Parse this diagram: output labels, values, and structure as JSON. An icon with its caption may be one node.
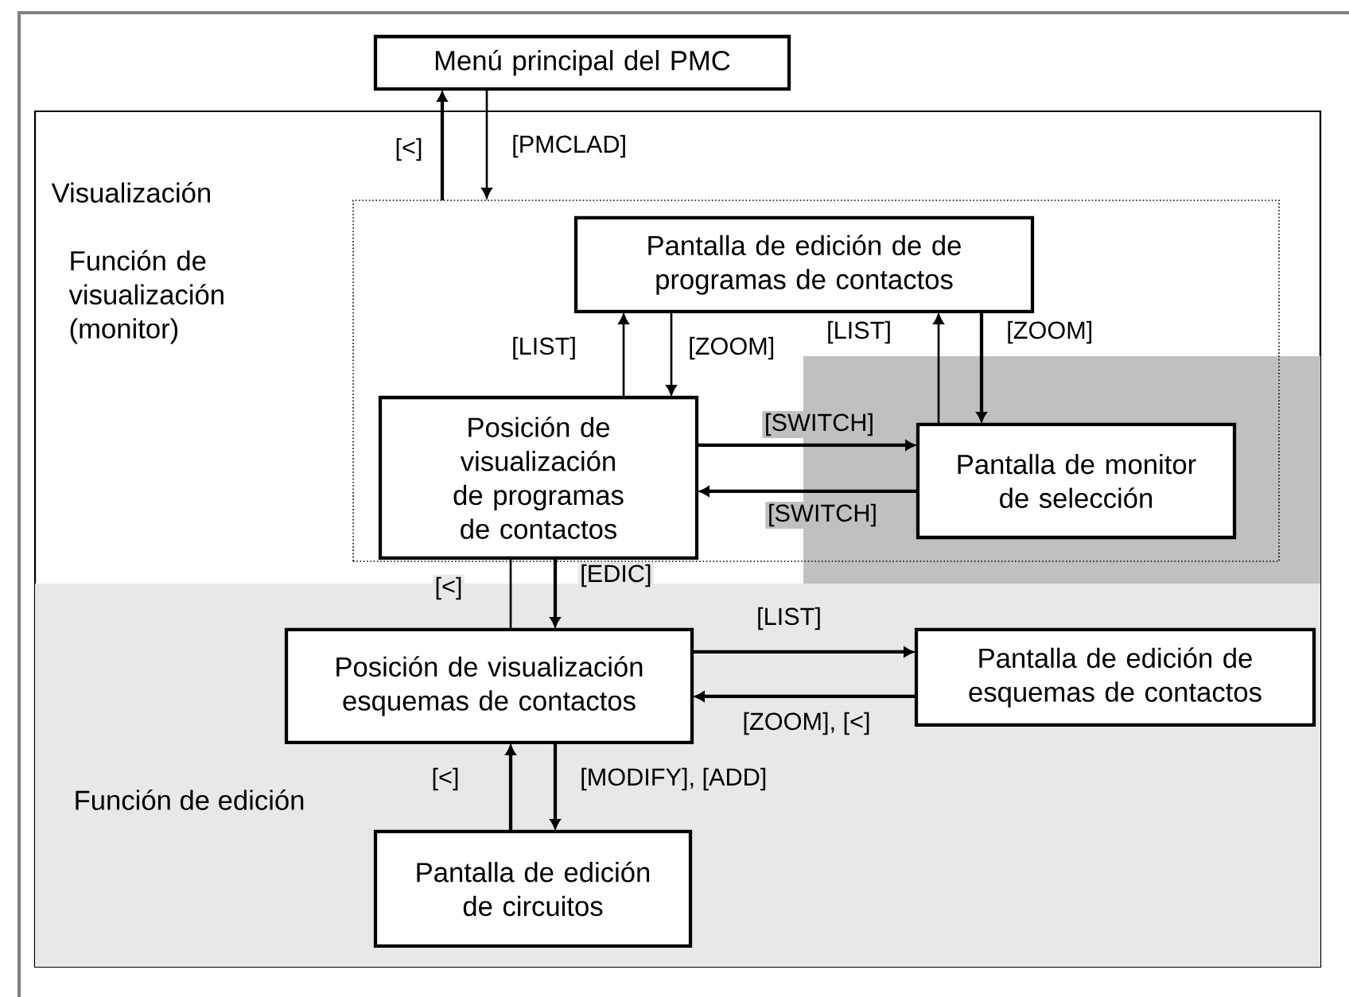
{
  "diagram": {
    "nodes": [
      {
        "text": [
          "Menú principal del PMC"
        ]
      },
      {
        "text": [
          "Visualización"
        ]
      },
      {
        "text": [
          "Función de visualización (monitor)"
        ],
        "in": 1
      },
      {
        "text": [
          "Función de edición"
        ],
        "in": 1
      },
      {
        "text": [
          "Pantalla de edición de de programas de contactos"
        ],
        "in": 2
      },
      {
        "text": [
          "Posición de visualización de programas de contactos"
        ],
        "in": 2
      },
      {
        "text": [
          "Pantalla de monitor de selección"
        ],
        "in": 2
      },
      {
        "text": [
          "Posición de visualización esquemas de contactos"
        ],
        "in": 3
      },
      {
        "text": [
          "Pantalla de edición de esquemas de contactos"
        ],
        "in": 3
      },
      {
        "text": [
          "Pantalla de edición de circuitos"
        ],
        "in": 3
      }
    ],
    "edges": [
      {
        "from": 2,
        "to": 0,
        "arrow": "to",
        "label": "[<]"
      },
      {
        "from": 0,
        "to": 2,
        "arrow": "to",
        "label": "[PMCLAD]"
      },
      {
        "from": 5,
        "to": 4,
        "arrow": "to",
        "label": "[LIST]"
      },
      {
        "from": 4,
        "to": 5,
        "arrow": "to",
        "label": "[ZOOM]"
      },
      {
        "from": 6,
        "to": 4,
        "arrow": "to",
        "label": "[LIST]"
      },
      {
        "from": 4,
        "to": 6,
        "arrow": "to",
        "label": "[ZOOM]"
      },
      {
        "from": 5,
        "to": 6,
        "arrow": "to",
        "label": "[SWITCH]"
      },
      {
        "from": 6,
        "to": 5,
        "arrow": "to",
        "label": "[SWITCH]"
      },
      {
        "from": 7,
        "to": 5,
        "arrow": "none",
        "label": "[<]"
      },
      {
        "from": 5,
        "to": 7,
        "arrow": "to",
        "label": "[EDIC]"
      },
      {
        "from": 7,
        "to": 8,
        "arrow": "to",
        "label": "[LIST]"
      },
      {
        "from": 8,
        "to": 7,
        "arrow": "to",
        "label": "[ZOOM], [<]"
      },
      {
        "from": 9,
        "to": 7,
        "arrow": "to",
        "label": "[<]"
      },
      {
        "from": 7,
        "to": 9,
        "arrow": "to",
        "label": "[MODIFY], [ADD]"
      }
    ]
  }
}
